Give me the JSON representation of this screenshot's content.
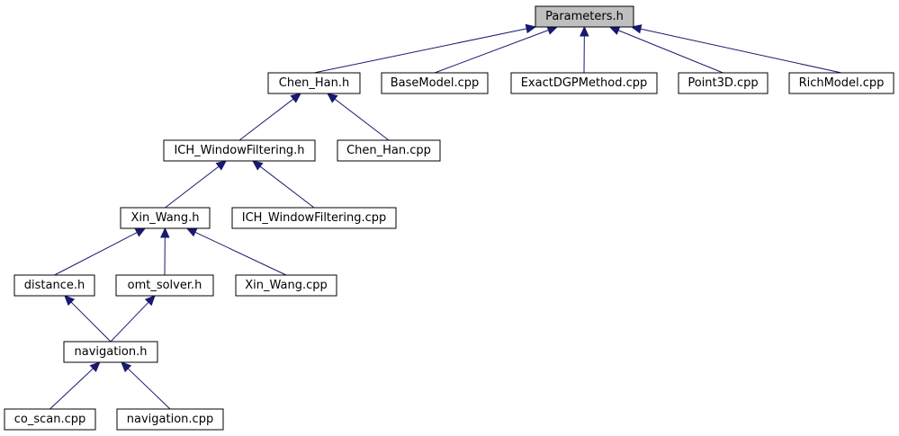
{
  "nodes": {
    "parameters_h": "Parameters.h",
    "chen_han_h": "Chen_Han.h",
    "basemodel_cpp": "BaseModel.cpp",
    "exactdgpmethod_cpp": "ExactDGPMethod.cpp",
    "point3d_cpp": "Point3D.cpp",
    "richmodel_cpp": "RichModel.cpp",
    "ich_windowfiltering_h": "ICH_WindowFiltering.h",
    "chen_han_cpp": "Chen_Han.cpp",
    "xin_wang_h": "Xin_Wang.h",
    "ich_windowfiltering_cpp": "ICH_WindowFiltering.cpp",
    "distance_h": "distance.h",
    "omt_solver_h": "omt_solver.h",
    "xin_wang_cpp": "Xin_Wang.cpp",
    "navigation_h": "navigation.h",
    "co_scan_cpp": "co_scan.cpp",
    "navigation_cpp": "navigation.cpp"
  },
  "edges": [
    {
      "from": "chen_han_h",
      "to": "parameters_h"
    },
    {
      "from": "basemodel_cpp",
      "to": "parameters_h"
    },
    {
      "from": "exactdgpmethod_cpp",
      "to": "parameters_h"
    },
    {
      "from": "point3d_cpp",
      "to": "parameters_h"
    },
    {
      "from": "richmodel_cpp",
      "to": "parameters_h"
    },
    {
      "from": "ich_windowfiltering_h",
      "to": "chen_han_h"
    },
    {
      "from": "chen_han_cpp",
      "to": "chen_han_h"
    },
    {
      "from": "xin_wang_h",
      "to": "ich_windowfiltering_h"
    },
    {
      "from": "ich_windowfiltering_cpp",
      "to": "ich_windowfiltering_h"
    },
    {
      "from": "distance_h",
      "to": "xin_wang_h"
    },
    {
      "from": "omt_solver_h",
      "to": "xin_wang_h"
    },
    {
      "from": "xin_wang_cpp",
      "to": "xin_wang_h"
    },
    {
      "from": "navigation_h",
      "to": "distance_h"
    },
    {
      "from": "navigation_h",
      "to": "omt_solver_h"
    },
    {
      "from": "co_scan_cpp",
      "to": "navigation_h"
    },
    {
      "from": "navigation_cpp",
      "to": "navigation_h"
    }
  ],
  "colors": {
    "edge": "#191970",
    "root_fill": "#bfbfbf",
    "node_fill": "#ffffff",
    "node_stroke": "#000000"
  }
}
